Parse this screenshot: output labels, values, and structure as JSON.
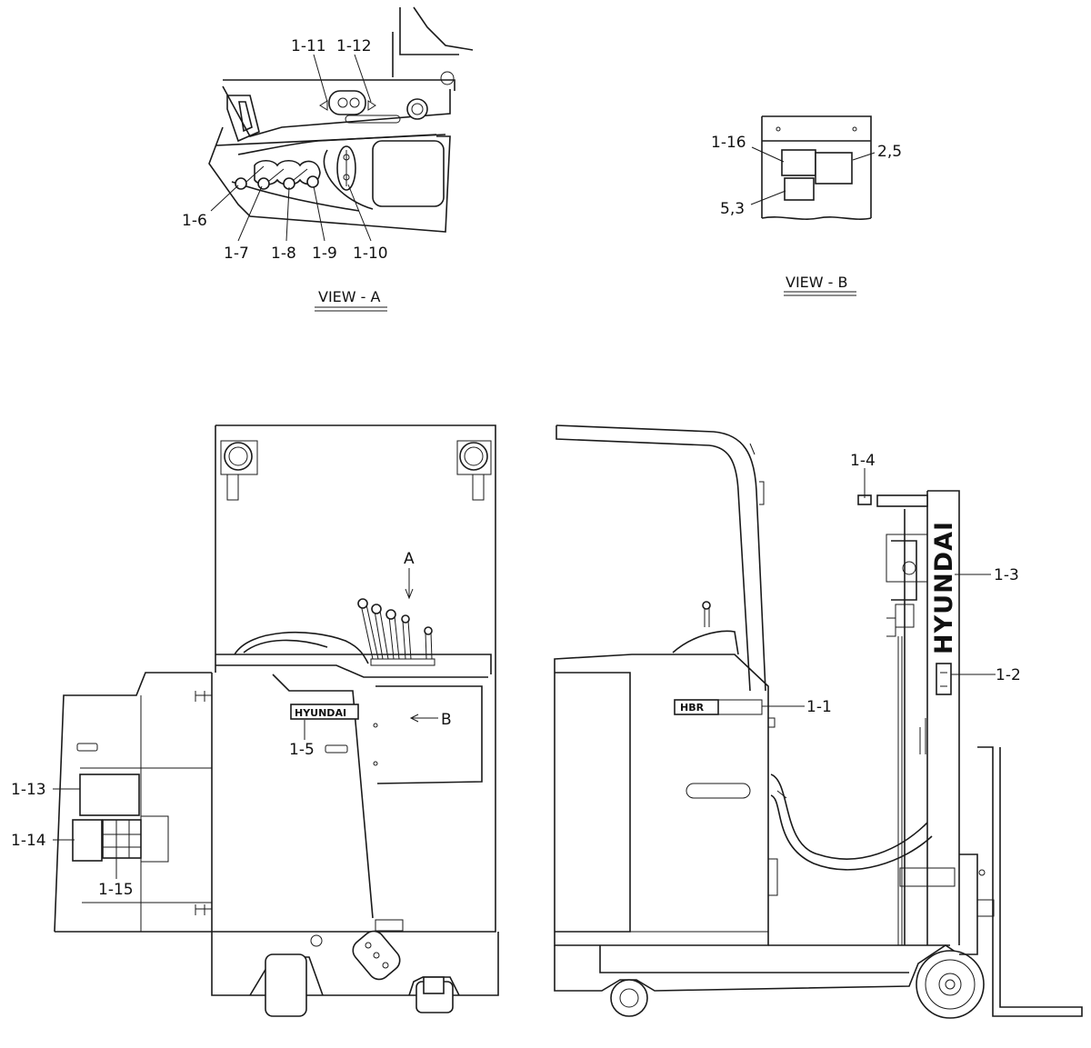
{
  "views": {
    "view_a": "VIEW - A",
    "view_b": "VIEW - B"
  },
  "callouts": {
    "c1_1": "1-1",
    "c1_2": "1-2",
    "c1_3": "1-3",
    "c1_4": "1-4",
    "c1_5": "1-5",
    "c1_6": "1-6",
    "c1_7": "1-7",
    "c1_8": "1-8",
    "c1_9": "1-9",
    "c1_10": "1-10",
    "c1_11": "1-11",
    "c1_12": "1-12",
    "c1_13": "1-13",
    "c1_14": "1-14",
    "c1_15": "1-15",
    "c1_16": "1-16",
    "c2_5": "2,5",
    "c5_3": "5,3"
  },
  "markers": {
    "a": "A",
    "b": "B"
  },
  "decals": {
    "brand": "HYUNDAI",
    "model": "HBR"
  },
  "colors": {
    "line": "#1a1a1a",
    "background": "#ffffff"
  }
}
